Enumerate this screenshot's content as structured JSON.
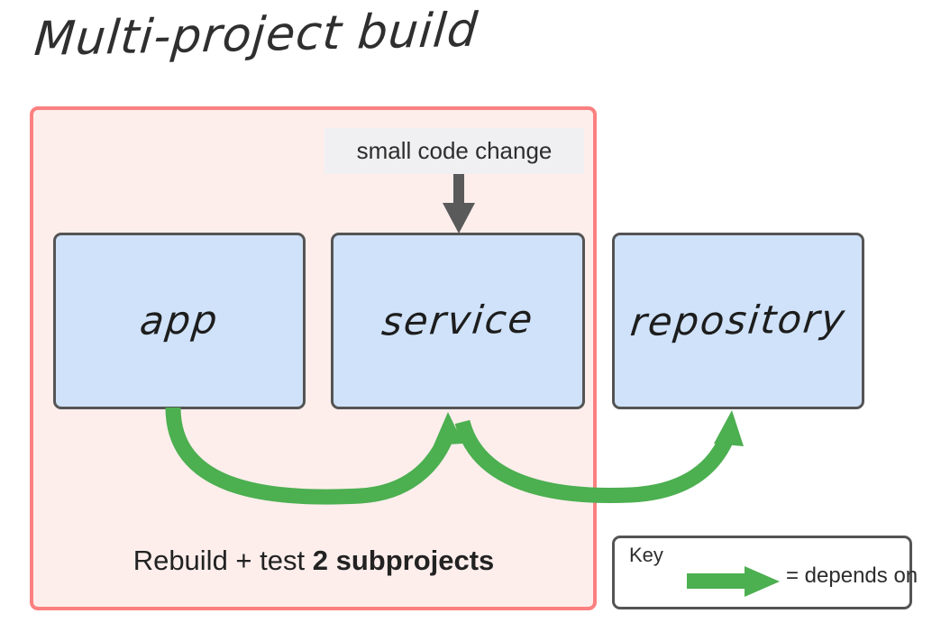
{
  "title": "Multi-project build",
  "container": {
    "name": "build-scope",
    "border_color": "#fb8080",
    "fill_color": "#fdeeec",
    "caption_prefix": "Rebuild + test ",
    "caption_emphasis": "2 subprojects"
  },
  "annotation": {
    "label": "small code change",
    "target": "service",
    "arrow_color": "#5a5a5a",
    "background_color": "#f0f0f2"
  },
  "subprojects": [
    {
      "id": "app",
      "label": "app",
      "in_scope": true
    },
    {
      "id": "service",
      "label": "service",
      "in_scope": true
    },
    {
      "id": "repository",
      "label": "repository",
      "in_scope": false
    }
  ],
  "box_style": {
    "fill_color": "#cfe2f9",
    "border_color": "#545454"
  },
  "dependencies": [
    {
      "from": "app",
      "to": "service"
    },
    {
      "from": "service",
      "to": "repository"
    }
  ],
  "dependency_color": "#4caf50",
  "key": {
    "title": "Key",
    "legend_text": "= depends on",
    "arrow_color": "#4caf50"
  }
}
